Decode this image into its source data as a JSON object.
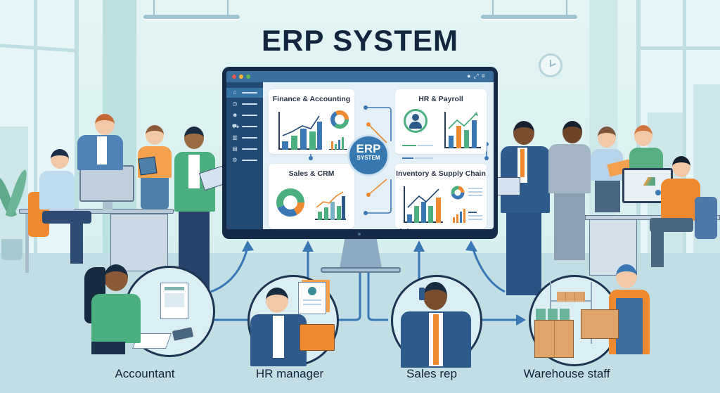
{
  "title": "ERP SYSTEM",
  "colors": {
    "title": "#13253f",
    "monitor_frame": "#152a48",
    "sidebar": "#234a72",
    "hub": "#3878b0",
    "blue": "#3a78b5",
    "green": "#4caf7f",
    "orange": "#f08a30",
    "arrow": "#3a78b5"
  },
  "screen": {
    "window_buttons": [
      "close",
      "minimize",
      "maximize"
    ],
    "titlebar_icons": [
      "bell-icon",
      "expand-icon",
      "menu-icon"
    ],
    "sidebar_items": [
      {
        "icon": "home-icon",
        "glyph": "⌂",
        "active": true
      },
      {
        "icon": "clock-icon",
        "glyph": "◷",
        "active": false
      },
      {
        "icon": "users-icon",
        "glyph": "☻",
        "active": false
      },
      {
        "icon": "cart-icon",
        "glyph": "⛟",
        "active": false
      },
      {
        "icon": "chart-icon",
        "glyph": "▥",
        "active": false
      },
      {
        "icon": "building-icon",
        "glyph": "▤",
        "active": false
      },
      {
        "icon": "gear-icon",
        "glyph": "⚙",
        "active": false
      }
    ],
    "hub": {
      "line1": "ERP",
      "line2": "SYSTEM"
    },
    "modules": [
      {
        "id": "finance",
        "title": "Finance & Accounting"
      },
      {
        "id": "hr",
        "title": "HR & Payroll"
      },
      {
        "id": "sales",
        "title": "Sales & CRM"
      },
      {
        "id": "inventory",
        "title": "Inventory & Supply Chain"
      }
    ]
  },
  "roles": [
    {
      "id": "accountant",
      "label": "Accountant"
    },
    {
      "id": "hr-manager",
      "label": "HR manager"
    },
    {
      "id": "sales-rep",
      "label": "Sales rep"
    },
    {
      "id": "warehouse-staff",
      "label": "Warehouse staff"
    }
  ]
}
